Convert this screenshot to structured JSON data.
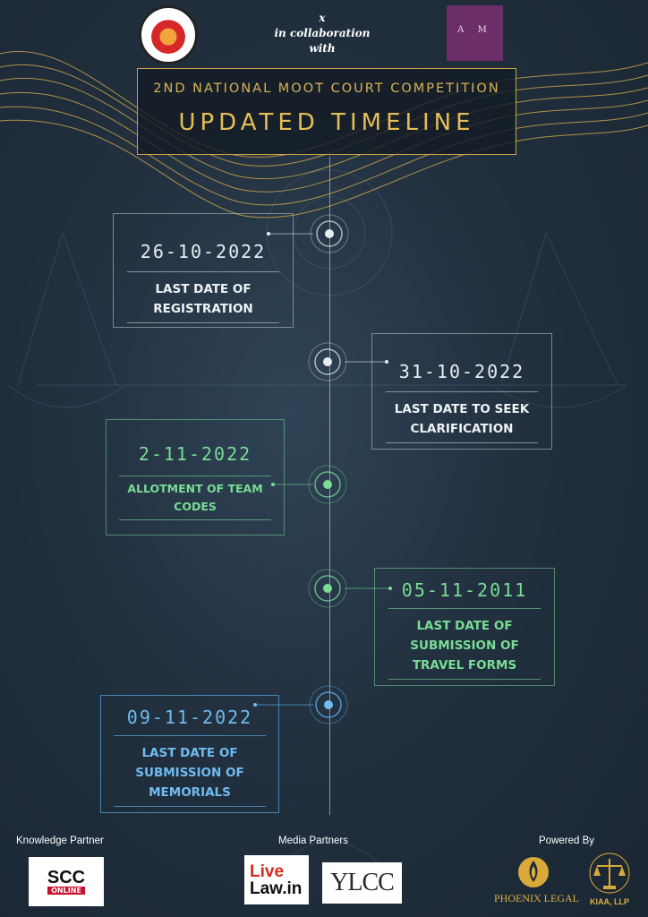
{
  "header": {
    "collab_x": "x",
    "collab_line1": "in collaboration",
    "collab_line2": "with",
    "right_logo_letters": "A M"
  },
  "title": {
    "line1": "2ND NATIONAL MOOT COURT COMPETITION",
    "line2": "UPDATED TIMELINE"
  },
  "timeline": [
    {
      "date": "26-10-2022",
      "lines": [
        "LAST DATE OF",
        "REGISTRATION"
      ],
      "color": "#e8edf0"
    },
    {
      "date": "31-10-2022",
      "lines": [
        "LAST DATE TO SEEK",
        "CLARIFICATION"
      ],
      "color": "#e8edf0"
    },
    {
      "date": "2-11-2022",
      "lines": [
        "ALLOTMENT OF TEAM",
        "CODES"
      ],
      "color": "#78dd95"
    },
    {
      "date": "05-11-2011",
      "lines": [
        "LAST DATE OF",
        "SUBMISSION OF",
        "TRAVEL FORMS"
      ],
      "color": "#78dd95"
    },
    {
      "date": "09-11-2022",
      "lines": [
        "LAST DATE OF",
        "SUBMISSION OF",
        "MEMORIALS"
      ],
      "color": "#6fbcf0"
    }
  ],
  "footer": {
    "knowledge_label": "Knowledge Partner",
    "media_label": "Media Partners",
    "powered_label": "Powered By",
    "scc_top": "SCC",
    "scc_bottom": "ONLINE",
    "livelaw_top": "Live",
    "livelaw_bottom": "Law.in",
    "ylcc": "YLCC",
    "phoenix": "PHOENIX LEGAL",
    "kiaa": "KIAA, LLP"
  },
  "colors": {
    "gold": "#d9b256",
    "green": "#78dd95",
    "blue": "#6fbcf0",
    "background": "#22303f"
  }
}
